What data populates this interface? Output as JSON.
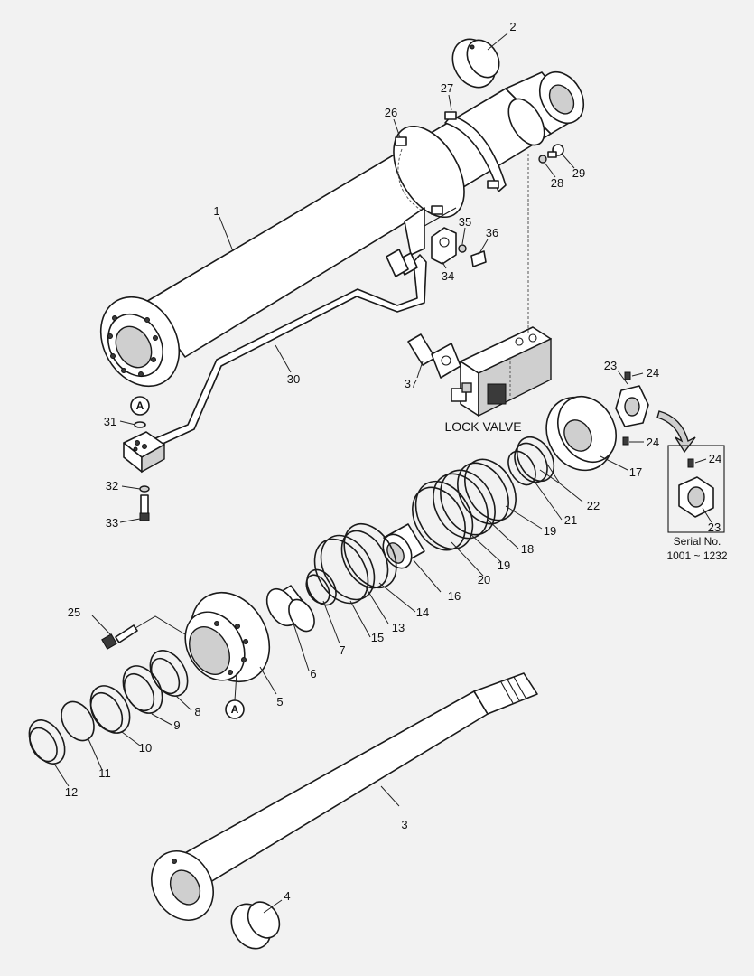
{
  "diagram": {
    "assembly_label": "LOCK VALVE",
    "inset": {
      "serial_label": "Serial No.",
      "serial_range": "1001 ~ 1232",
      "part_nut": "23",
      "part_screw": "24"
    },
    "reference_marker": "A",
    "part_numbers": [
      "1",
      "2",
      "3",
      "4",
      "5",
      "6",
      "7",
      "8",
      "9",
      "10",
      "11",
      "12",
      "13",
      "14",
      "15",
      "16",
      "17",
      "18",
      "19",
      "20",
      "21",
      "22",
      "23",
      "24",
      "25",
      "26",
      "27",
      "28",
      "29",
      "30",
      "31",
      "32",
      "33",
      "34",
      "35",
      "36",
      "37"
    ],
    "repeated_labels": {
      "p19b": "19",
      "p24b": "24"
    }
  }
}
